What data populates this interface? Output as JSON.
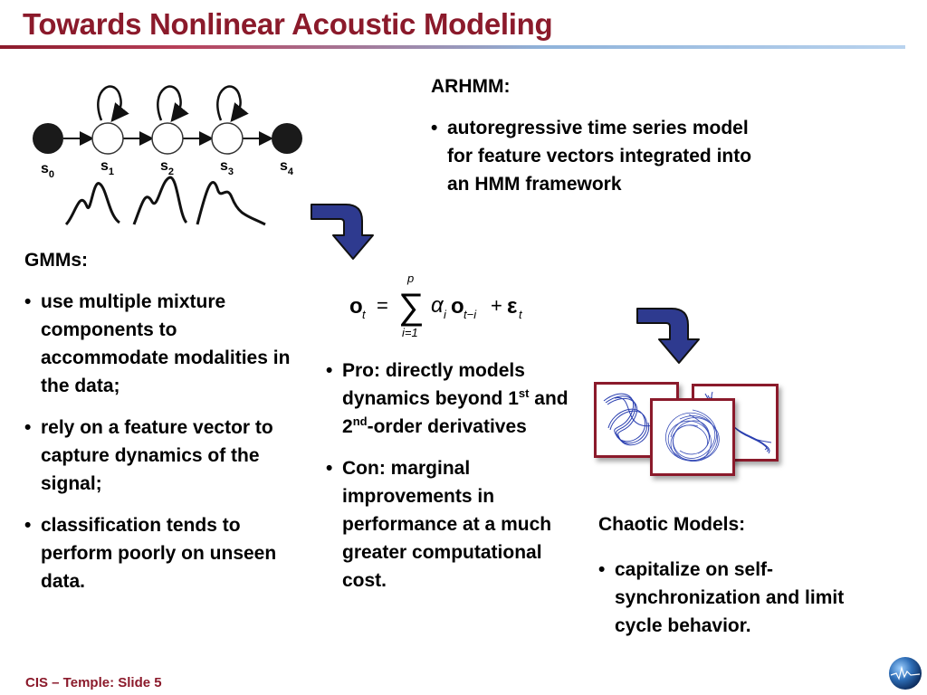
{
  "slide": {
    "title": "Towards Nonlinear Acoustic Modeling",
    "footer": "CIS – Temple: Slide 5"
  },
  "hmm_diagram": {
    "state_labels": [
      "s",
      "s",
      "s",
      "s",
      "s"
    ],
    "state_subscripts": [
      "0",
      "1",
      "2",
      "3",
      "4"
    ]
  },
  "gmm": {
    "heading": "GMMs:",
    "bullets": [
      "use multiple mixture components to accommodate modalities in the data;",
      "rely on a feature vector to capture dynamics of the signal;",
      "classification tends to perform poorly on unseen data."
    ]
  },
  "arhmm": {
    "heading": "ARHMM:",
    "bullets": [
      "autoregressive time series model for feature vectors integrated into an HMM framework"
    ]
  },
  "formula": {
    "lhs": "o",
    "lhs_sub": "t",
    "equals": "=",
    "sum_upper": "p",
    "sum_lower": "i=1",
    "alpha": "α",
    "alpha_sub": "i",
    "o2": "o",
    "o2_sub": "t−i",
    "plus": "+",
    "eps": "ε",
    "eps_sub": "t"
  },
  "pro_con": {
    "pro_part1": "Pro: directly models dynamics beyond 1",
    "pro_sup1": "st",
    "pro_part2": " and 2",
    "pro_sup2": "nd",
    "pro_part3": "-order derivatives",
    "con": "Con: marginal improvements in performance at a much greater computational cost."
  },
  "chaotic": {
    "heading": "Chaotic Models:",
    "bullets": [
      "capitalize on self-synchronization and limit cycle behavior."
    ]
  },
  "colors": {
    "title": "#8b1a2b",
    "arrow": "#2e3a8f",
    "figure_border": "#8b1a2b",
    "trajectory": "#2a3fb0"
  },
  "icons": {
    "logo": "globe-logo-icon",
    "down_arrow": "bent-down-arrow-icon"
  }
}
